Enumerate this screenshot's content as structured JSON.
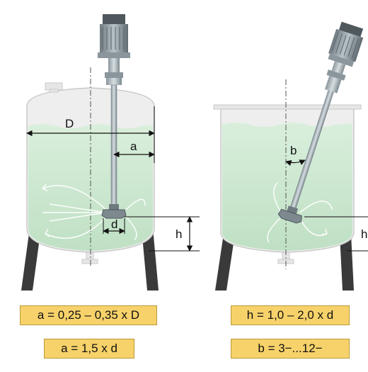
{
  "diagram": {
    "left_tank": {
      "label_D": "D",
      "label_a": "a",
      "label_d": "d",
      "label_h": "h"
    },
    "right_tank": {
      "label_b": "b",
      "label_h": "h"
    }
  },
  "formulas": [
    "a = 0,25 – 0,35 x D",
    "h = 1,0 – 2,0 x d",
    "a = 1,5 x d",
    "b = 3−...12−"
  ],
  "colors": {
    "liquid": "#cfe6d2",
    "tank_body": "#eeeeee",
    "legs": "#3a3a3a",
    "formula_bg": "#f7d26a"
  }
}
